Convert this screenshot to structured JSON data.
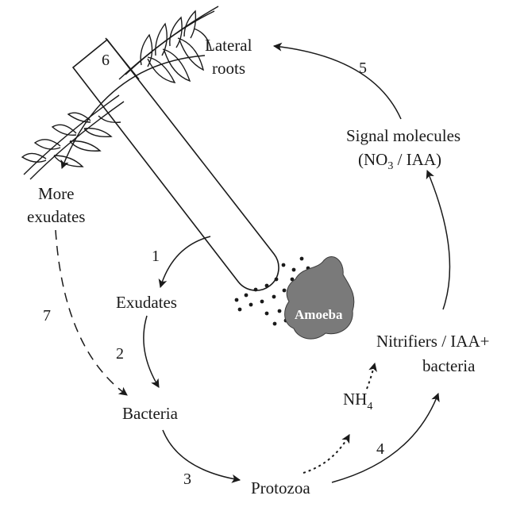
{
  "nodes": {
    "lateral_roots": [
      "Lateral",
      "roots"
    ],
    "signal_molecules": [
      "Signal molecules",
      "(NO",
      "3",
      " / IAA)"
    ],
    "more_exudates": [
      "More",
      "exudates"
    ],
    "exudates": "Exudates",
    "bacteria": "Bacteria",
    "protozoa": "Protozoa",
    "nitrifiers": [
      "Nitrifiers / IAA+",
      "bacteria"
    ],
    "nh4": [
      "NH",
      "4"
    ],
    "amoeba": "Amoeba"
  },
  "steps": [
    "1",
    "2",
    "3",
    "4",
    "5",
    "6",
    "7"
  ],
  "colors": {
    "ink": "#1a1a1a",
    "amoeba_fill": "#7a7a7a",
    "background": "#ffffff"
  }
}
